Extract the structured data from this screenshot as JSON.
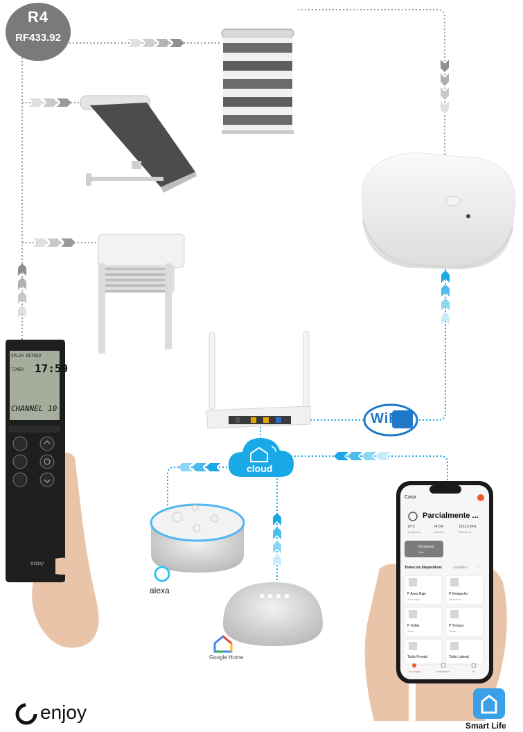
{
  "badge": {
    "line1": "R4",
    "line2": "RF433.92"
  },
  "remote": {
    "lcd_top": "SPLZH RETRSD",
    "time": "17:59",
    "mode": "TIMER",
    "channel": "CHANNEL 10",
    "brand": "enjoy"
  },
  "cloud_label": "cloud",
  "wifi_label": "WiFi",
  "alexa_label": "alexa",
  "google_label": "Google Home",
  "smartlife_label": "Smart Life",
  "brand": {
    "name": "enjoy"
  },
  "phone": {
    "home": "Casa",
    "weather": "Parcialmente ...",
    "stats": [
      {
        "value": "12°C",
        "label": "Temperatu..."
      },
      {
        "value": "74.5%",
        "label": "Humed..."
      },
      {
        "value": "1013.5 hPa",
        "label": "Presión at..."
      }
    ],
    "scene": {
      "title": "Persianas",
      "subtitle": "Abrir"
    },
    "tabs": [
      "Todos los dispositivos",
      "Lavadero",
      "..."
    ],
    "devices": [
      {
        "name": "P Aseo Bajo",
        "status": "Aseo bajo"
      },
      {
        "name": "P Despacho",
        "status": "Despacho"
      },
      {
        "name": "P Sofás",
        "status": "Salón"
      },
      {
        "name": "P Terraza",
        "status": "Salón"
      },
      {
        "name": "Toldo Frontal",
        "status": ""
      },
      {
        "name": "Toldo Lateral",
        "status": ""
      }
    ],
    "nav": [
      "En hogar",
      "Inteligente",
      "Yo"
    ]
  },
  "colors": {
    "gray_line": "#9a9a9a",
    "blue_line": "#1aa9e6",
    "wifi_blue": "#1f78c8",
    "smartlife": "#3aa0e8"
  },
  "icons": [
    "home-cloud-icon",
    "wifi-logo-icon",
    "alexa-ring-icon",
    "google-home-icon",
    "smart-life-house-icon",
    "enjoy-logo-icon"
  ]
}
